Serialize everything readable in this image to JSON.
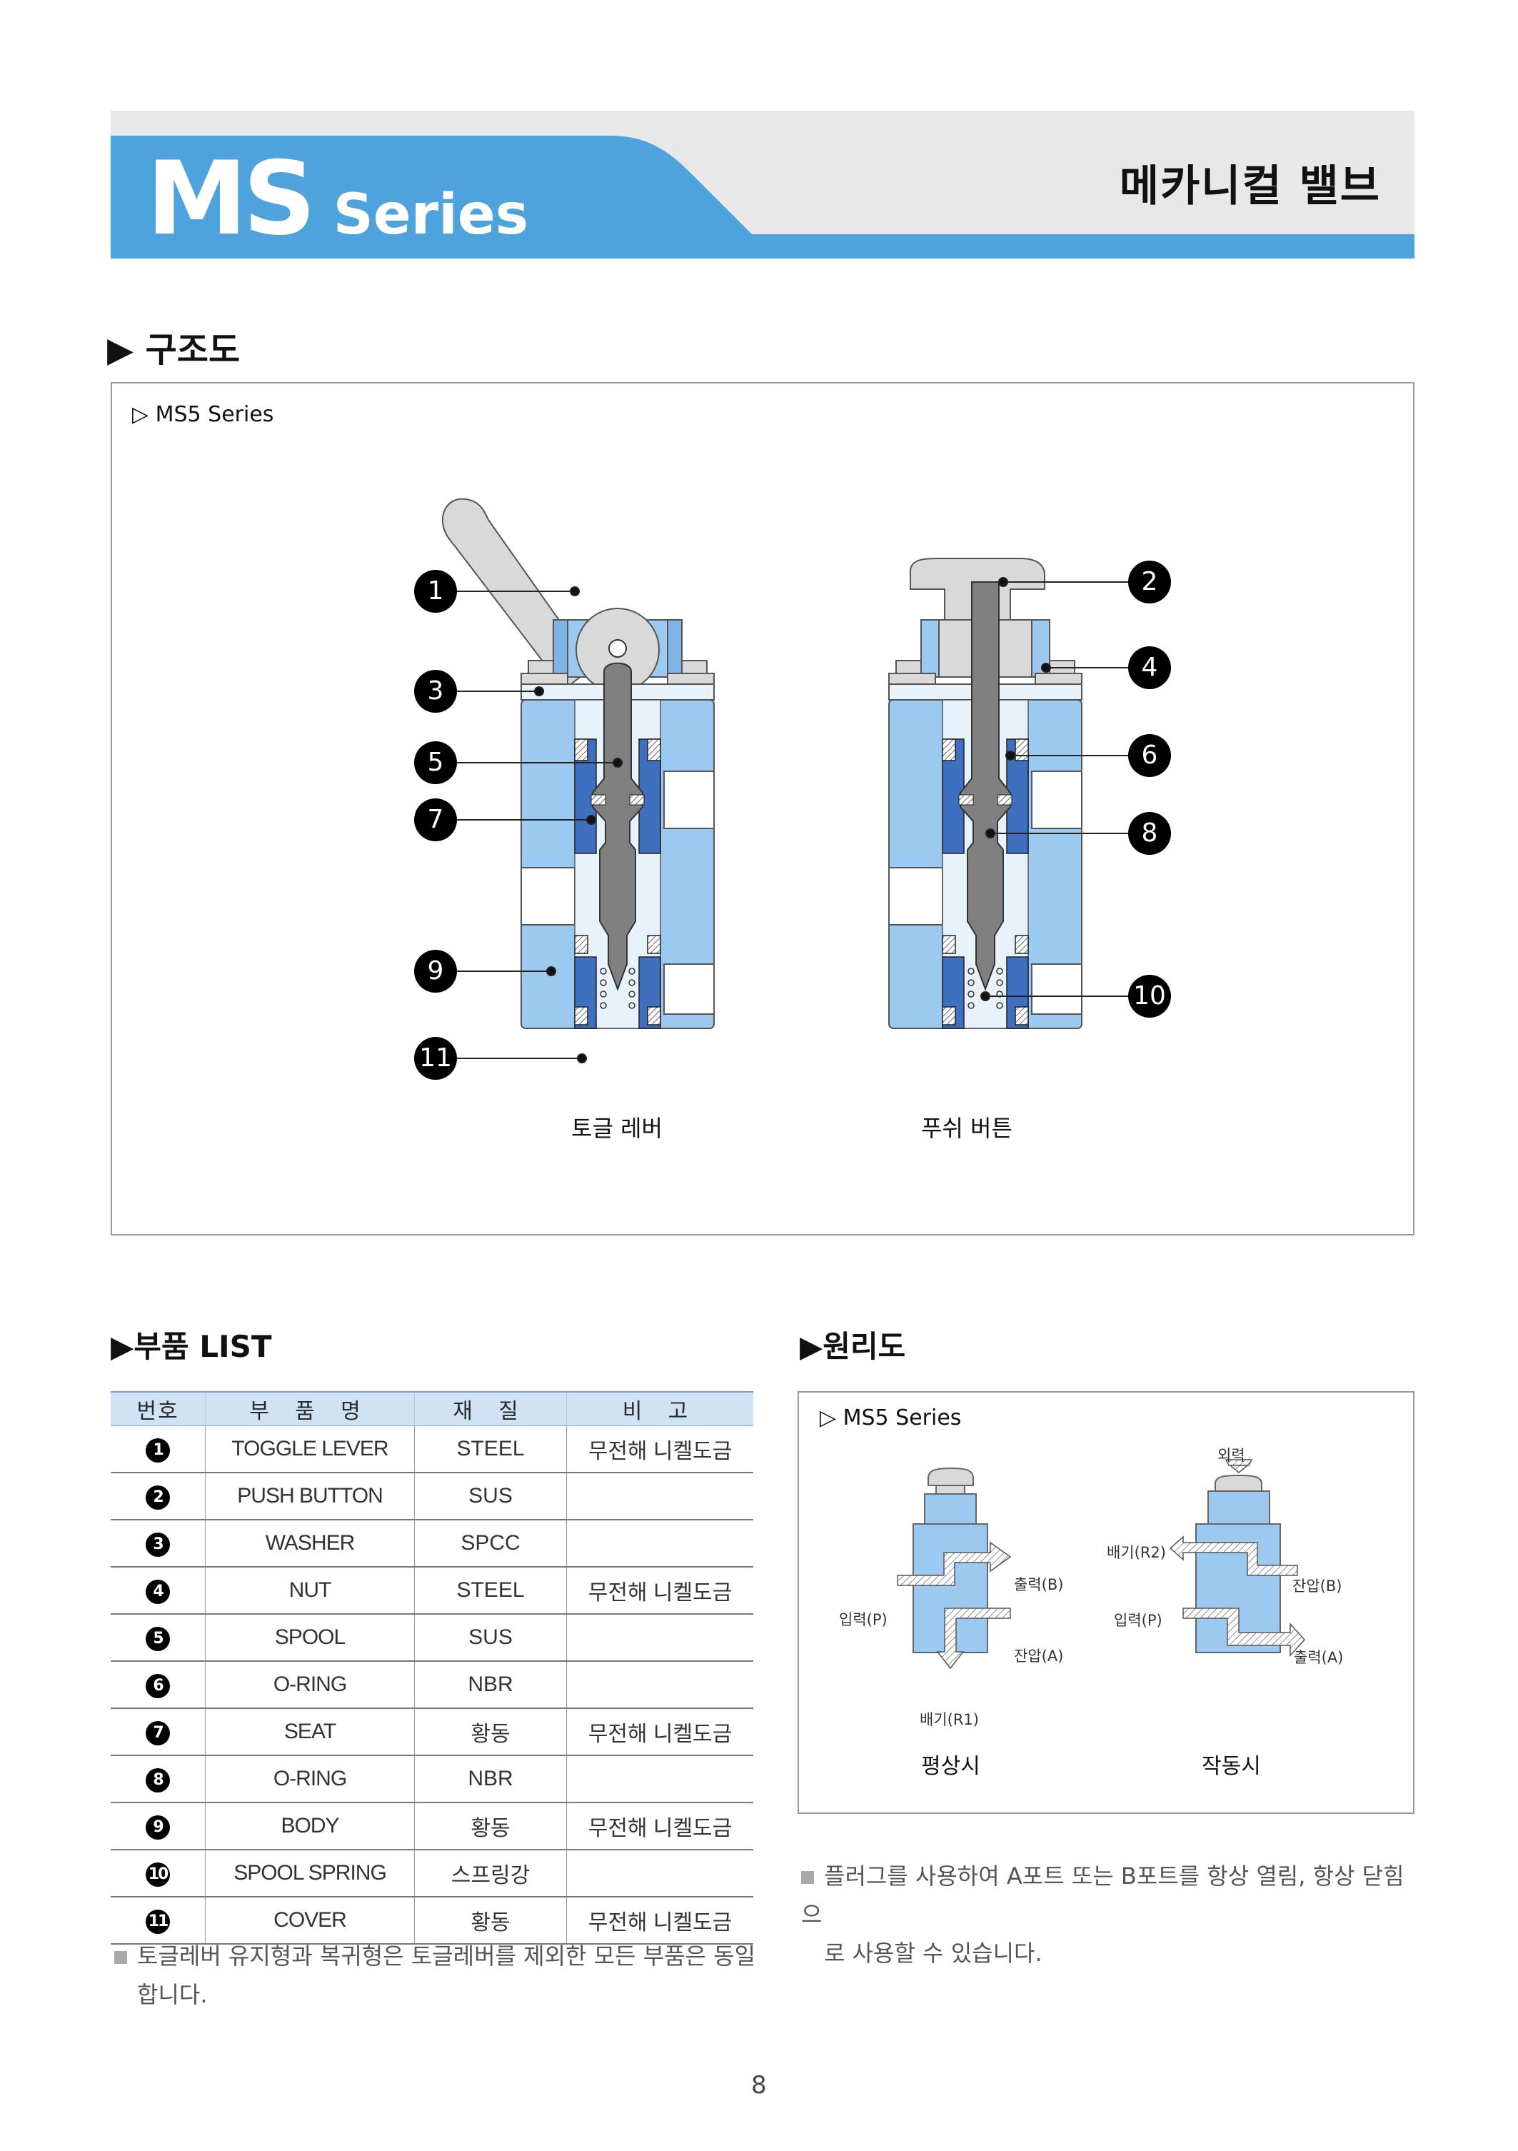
{
  "header": {
    "brand_big": "MS",
    "brand_small": "Series",
    "title": "메카니컬 밸브"
  },
  "structure": {
    "section_title": "▶ 구조도",
    "box_label": "▷ MS5 Series",
    "caption_left": "토글 레버",
    "caption_right": "푸쉬 버튼",
    "callouts_left": [
      "1",
      "3",
      "5",
      "7",
      "9",
      "11"
    ],
    "callouts_right": [
      "2",
      "4",
      "6",
      "8",
      "10"
    ]
  },
  "parts": {
    "section_title": "▶부품 LIST",
    "headers": [
      "번호",
      "부 품 명",
      "재 질",
      "비 고"
    ],
    "rows": [
      {
        "no": "1",
        "name": "TOGGLE LEVER",
        "material": "STEEL",
        "note": "무전해 니켈도금"
      },
      {
        "no": "2",
        "name": "PUSH BUTTON",
        "material": "SUS",
        "note": ""
      },
      {
        "no": "3",
        "name": "WASHER",
        "material": "SPCC",
        "note": ""
      },
      {
        "no": "4",
        "name": "NUT",
        "material": "STEEL",
        "note": "무전해 니켈도금"
      },
      {
        "no": "5",
        "name": "SPOOL",
        "material": "SUS",
        "note": ""
      },
      {
        "no": "6",
        "name": "O-RING",
        "material": "NBR",
        "note": ""
      },
      {
        "no": "7",
        "name": "SEAT",
        "material": "황동",
        "note": "무전해 니켈도금"
      },
      {
        "no": "8",
        "name": "O-RING",
        "material": "NBR",
        "note": ""
      },
      {
        "no": "9",
        "name": "BODY",
        "material": "황동",
        "note": "무전해 니켈도금"
      },
      {
        "no": "10",
        "name": "SPOOL SPRING",
        "material": "스프링강",
        "note": ""
      },
      {
        "no": "11",
        "name": "COVER",
        "material": "황동",
        "note": "무전해 니켈도금"
      }
    ],
    "note_line1": "토글레버 유지형과 복귀형은 토글레버를 제외한 모든 부품은 동일",
    "note_line2": "합니다."
  },
  "principle": {
    "section_title": "▶원리도",
    "box_label": "▷ MS5 Series",
    "normal": {
      "caption": "평상시",
      "in_p": "입력(P)",
      "out_b": "출력(B)",
      "res_a": "잔압(A)",
      "exh_r1": "배기(R1)"
    },
    "active": {
      "caption": "작동시",
      "force": "외력",
      "exh_r2": "배기(R2)",
      "in_p": "입력(P)",
      "res_b": "잔압(B)",
      "out_a": "출력(A)"
    },
    "note_line1": "플러그를 사용하여 A포트 또는 B포트를 항상 열림, 항상 닫힘으",
    "note_line2": "로 사용할 수 있습니다."
  },
  "page_number": "8",
  "colors": {
    "brand_blue": "#4fa3dc",
    "body_light": "#9cc9f0",
    "body_dark": "#3f6fbf",
    "spool_grey": "#808080"
  }
}
